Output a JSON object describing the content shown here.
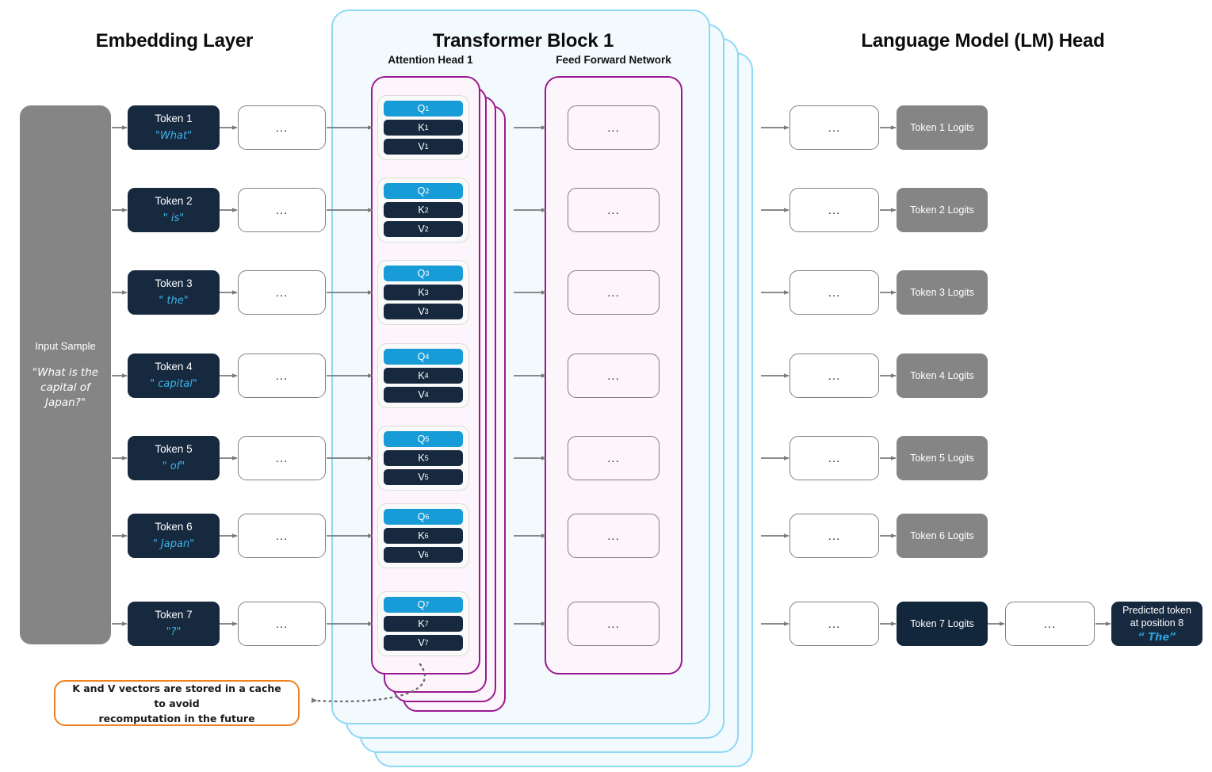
{
  "sections": {
    "embedding": {
      "title": "Embedding Layer"
    },
    "transformer": {
      "title": "Transformer Block 1",
      "attention_head_label": "Attention Head 1",
      "ffn_label": "Feed Forward Network",
      "stack_count": 4
    },
    "lm_head": {
      "title": "Language Model (LM) Head"
    }
  },
  "input_panel": {
    "label": "Input Sample",
    "sample_text": "\"What is the capital of Japan?\""
  },
  "ellipsis": "...",
  "tokens": [
    {
      "name": "Token 1",
      "value": "\"What\"",
      "logits": "Token 1 Logits",
      "logits_active": false
    },
    {
      "name": "Token 2",
      "value": "\" is\"",
      "logits": "Token 2 Logits",
      "logits_active": false
    },
    {
      "name": "Token 3",
      "value": "\" the\"",
      "logits": "Token 3 Logits",
      "logits_active": false
    },
    {
      "name": "Token 4",
      "value": "\" capital\"",
      "logits": "Token 4 Logits",
      "logits_active": false
    },
    {
      "name": "Token 5",
      "value": "\" of\"",
      "logits": "Token 5 Logits",
      "logits_active": false
    },
    {
      "name": "Token 6",
      "value": "\" Japan\"",
      "logits": "Token 6 Logits",
      "logits_active": false
    },
    {
      "name": "Token 7",
      "value": "\"?\"",
      "logits": "Token 7 Logits",
      "logits_active": true
    }
  ],
  "qkv": [
    {
      "q": "Q",
      "k": "K",
      "v": "V",
      "idx": "1"
    },
    {
      "q": "Q",
      "k": "K",
      "v": "V",
      "idx": "2"
    },
    {
      "q": "Q",
      "k": "K",
      "v": "V",
      "idx": "3"
    },
    {
      "q": "Q",
      "k": "K",
      "v": "V",
      "idx": "4"
    },
    {
      "q": "Q",
      "k": "K",
      "v": "V",
      "idx": "5"
    },
    {
      "q": "Q",
      "k": "K",
      "v": "V",
      "idx": "6"
    },
    {
      "q": "Q",
      "k": "K",
      "v": "V",
      "idx": "7"
    }
  ],
  "prediction": {
    "line1": "Predicted token",
    "line2": "at position 8",
    "token": "“ The”"
  },
  "callout": {
    "line1": "K and V vectors are stored in a cache to avoid",
    "line2": "recomputation in the future"
  },
  "colors": {
    "token_navy": "#16293F",
    "q_cyan": "#189CD8",
    "token_value_cyan": "#3FB3E8",
    "logits_gray": "#858585",
    "block_border": "#8ED8F5",
    "block_bg": "#F2FAFE",
    "head_border": "#9B1A8F",
    "head_bg": "#FDF5FC",
    "callout_border": "#F08122",
    "arrow_gray": "#7A7A7A"
  }
}
